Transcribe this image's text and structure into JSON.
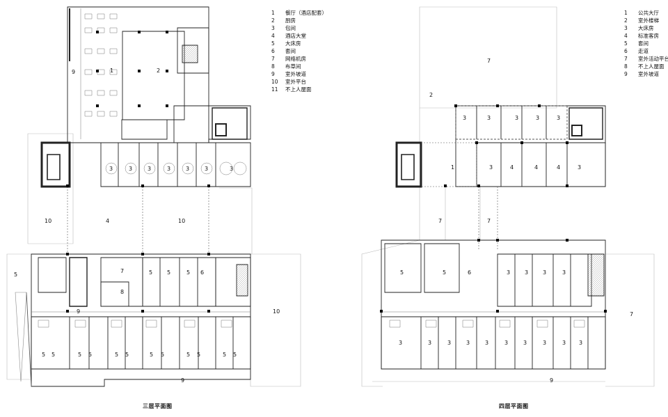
{
  "third_floor": {
    "caption": "三层平面图",
    "legend": [
      {
        "num": "1",
        "label": "餐厅（酒店配套）"
      },
      {
        "num": "2",
        "label": "厨房"
      },
      {
        "num": "3",
        "label": "包间"
      },
      {
        "num": "4",
        "label": "酒店大堂"
      },
      {
        "num": "5",
        "label": "大床房"
      },
      {
        "num": "6",
        "label": "套间"
      },
      {
        "num": "7",
        "label": "网络机房"
      },
      {
        "num": "8",
        "label": "布草间"
      },
      {
        "num": "9",
        "label": "室外坡道"
      },
      {
        "num": "10",
        "label": "室外平台"
      },
      {
        "num": "11",
        "label": "不上人屋面"
      }
    ]
  },
  "fourth_floor": {
    "caption": "四层平面图",
    "legend": [
      {
        "num": "1",
        "label": "公共大厅"
      },
      {
        "num": "2",
        "label": "室外楼梯"
      },
      {
        "num": "3",
        "label": "大床房"
      },
      {
        "num": "4",
        "label": "标准客房"
      },
      {
        "num": "5",
        "label": "套间"
      },
      {
        "num": "6",
        "label": "走道"
      },
      {
        "num": "7",
        "label": "室外活动平台"
      },
      {
        "num": "8",
        "label": "不上人屋面"
      },
      {
        "num": "9",
        "label": "室外坡道"
      }
    ]
  },
  "colors": {
    "line": "#222222",
    "thin": "#777777",
    "faint": "#bbbbbb",
    "fill": "#000000"
  }
}
